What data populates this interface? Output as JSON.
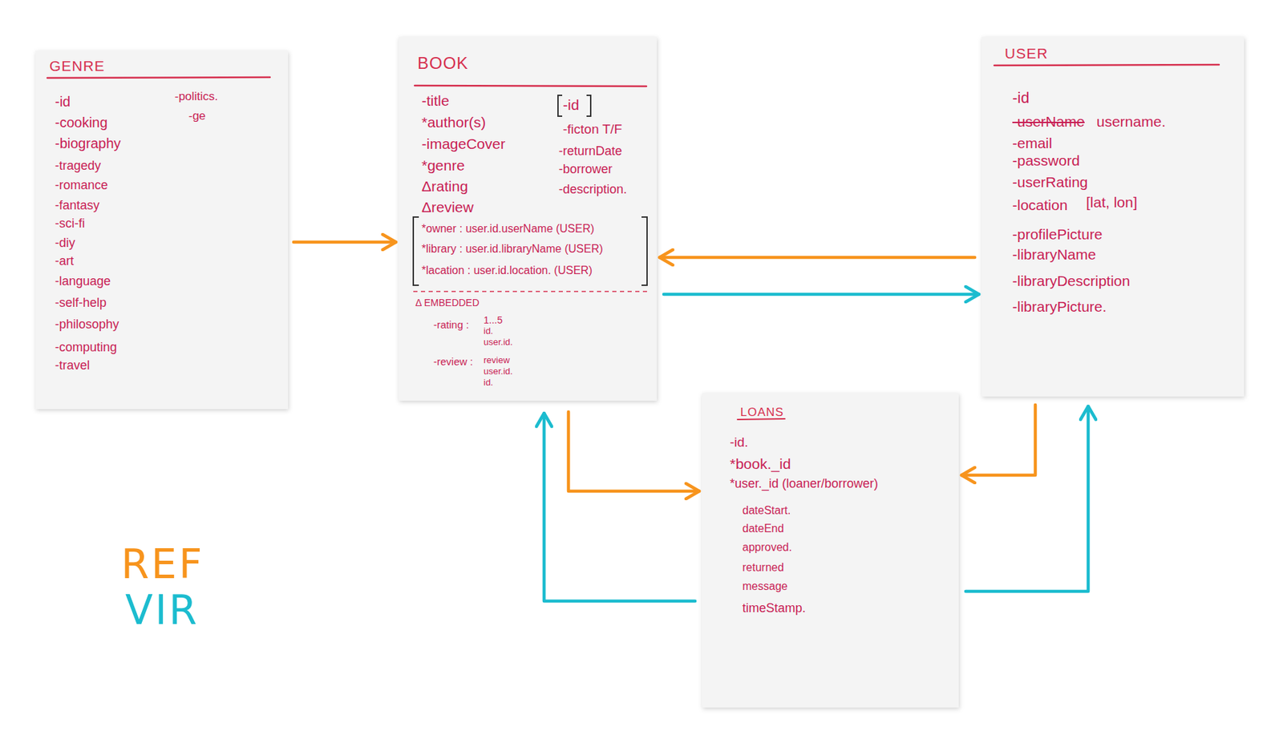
{
  "diagram": {
    "nodes": [
      {
        "text": [
          "GENRE",
          "-id",
          "-cooking",
          "-biography",
          "-tragedy",
          "-romance",
          "-fantasy",
          "-sci-fi",
          "-diy",
          "-art",
          "-language",
          "-self-help",
          "-philosophy",
          "-computing",
          "-travel",
          "-politics.",
          "-ge"
        ]
      },
      {
        "text": [
          "BOOK",
          "-title",
          "*author(s)",
          "-imageCover",
          "*genre",
          "Δrating",
          "Δreview",
          "-id",
          "-ficton T/F",
          "-returnDate",
          "-borrower",
          "-description.",
          "*owner : user.id.userName (USER)",
          "*library : user.id.libraryName (USER)",
          "*lacation : user.id.location. (USER)",
          "Δ EMBEDDED",
          "-rating :",
          "1...5",
          "id.",
          "user.id.",
          "-review :",
          "review",
          "user.id.",
          "id."
        ]
      },
      {
        "text": [
          "USER",
          "-id",
          "-userName",
          "username.",
          "-email",
          "-password",
          "-userRating",
          "-location",
          "[lat, lon]",
          "-profilePicture",
          "-libraryName",
          "-libraryDescription",
          "-libraryPicture."
        ]
      },
      {
        "text": [
          "LOANS",
          "-id.",
          "*book._id",
          "*user._id (loaner/borrower)",
          "dateStart.",
          "dateEnd",
          "approved.",
          "returned",
          "message",
          "timeStamp."
        ]
      }
    ],
    "edges": [
      {
        "from": 0,
        "to": 1,
        "arrow": "to"
      },
      {
        "from": 2,
        "to": 1,
        "arrow": "to"
      },
      {
        "from": 1,
        "to": 2,
        "arrow": "to"
      },
      {
        "from": 1,
        "to": 3,
        "arrow": "to"
      },
      {
        "from": 3,
        "to": 1,
        "arrow": "to"
      },
      {
        "from": 2,
        "to": 3,
        "arrow": "to"
      },
      {
        "from": 3,
        "to": 2,
        "arrow": "to"
      }
    ],
    "legend": [
      {
        "text": "REF",
        "color": "#f7941d"
      },
      {
        "text": "VIR",
        "color": "#1cbccf"
      }
    ]
  }
}
